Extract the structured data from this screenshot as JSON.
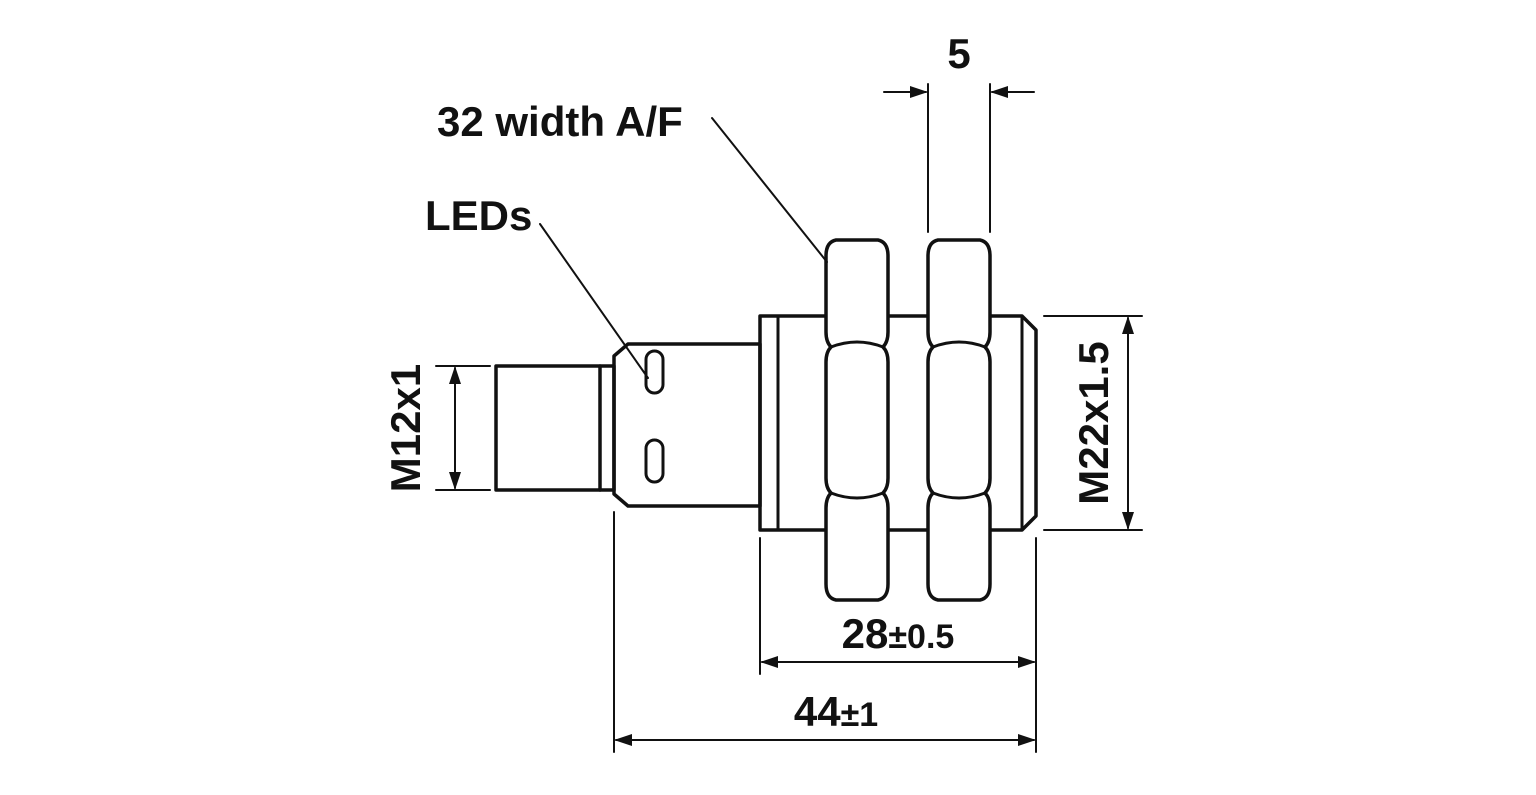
{
  "drawing": {
    "background": "#ffffff",
    "line_color": "#111111",
    "labels": {
      "width_af": "32 width A/F",
      "leds": "LEDs"
    },
    "dimensions": {
      "connector_thread": "M12x1",
      "body_thread": "M22x1.5",
      "nut_width": "5",
      "thread_length": {
        "value": "28",
        "tolerance": "±0.5"
      },
      "overall_length": {
        "value": "44",
        "tolerance": "±1"
      }
    }
  }
}
